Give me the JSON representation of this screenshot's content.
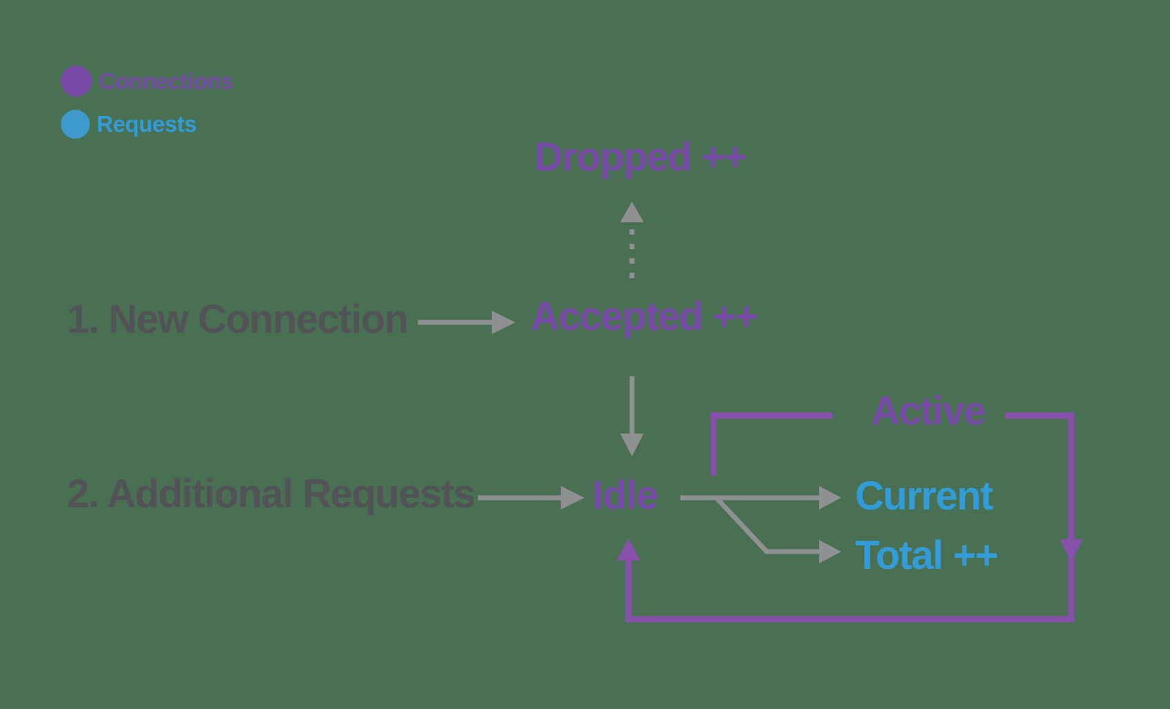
{
  "colors": {
    "background": "#4A7054",
    "purple": "#7549A5",
    "purple_line": "#8750AA",
    "blue": "#319CD7",
    "dark_gray": "#515356",
    "arrow_gray": "#8E9092"
  },
  "legend": {
    "items": [
      {
        "label": "Connections",
        "color": "#7549A5"
      },
      {
        "label": "Requests",
        "color": "#3F99CC"
      }
    ]
  },
  "nodes": {
    "dropped": "Dropped ++",
    "accepted": "Accepted ++",
    "step1": "1. New Connection",
    "step2": "2. Additional Requests",
    "idle": "Idle",
    "active": "Active",
    "current": "Current",
    "total": "Total ++"
  }
}
